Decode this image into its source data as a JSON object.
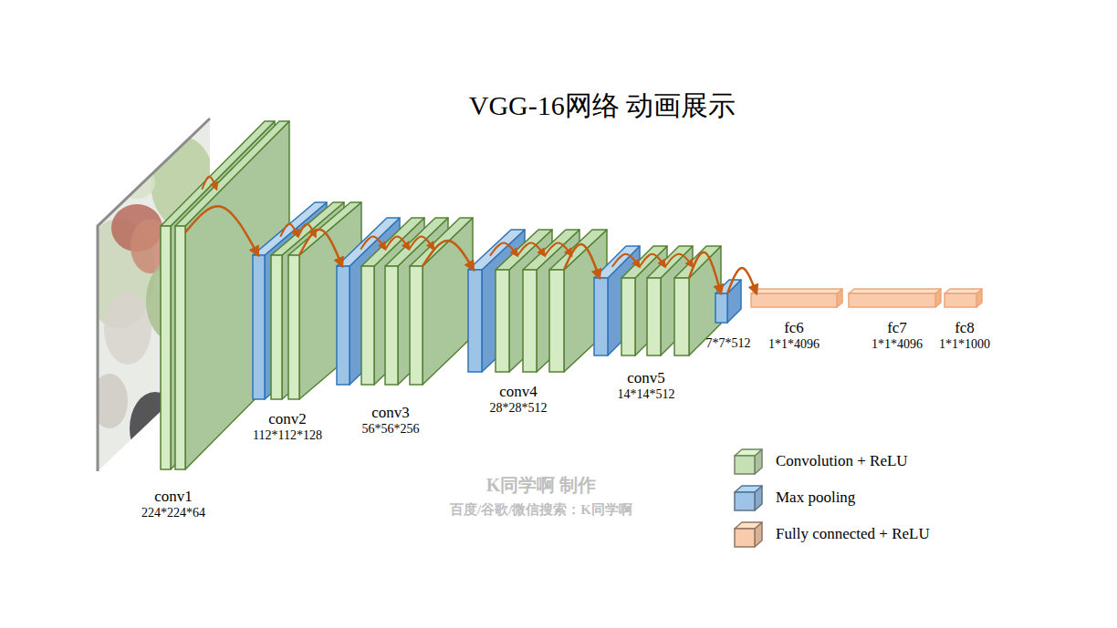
{
  "diagram": {
    "title": "VGG-16网络 动画展示",
    "nodes": [
      {
        "text": [
          "conv1",
          "224*224*64"
        ]
      },
      {
        "text": [
          "conv2",
          "112*112*128"
        ]
      },
      {
        "text": [
          "conv3",
          "56*56*256"
        ]
      },
      {
        "text": [
          "conv4",
          "28*28*512"
        ]
      },
      {
        "text": [
          "conv5",
          "14*14*512"
        ]
      },
      {
        "text": [
          "7*7*512"
        ]
      },
      {
        "text": [
          "fc6",
          "1*1*4096"
        ]
      },
      {
        "text": [
          "fc7",
          "1*1*4096"
        ]
      },
      {
        "text": [
          "fc8",
          "1*1*1000"
        ]
      }
    ],
    "edges": [
      {
        "from": 0,
        "to": 1,
        "arrow": "to"
      },
      {
        "from": 1,
        "to": 2,
        "arrow": "to"
      },
      {
        "from": 2,
        "to": 3,
        "arrow": "to"
      },
      {
        "from": 3,
        "to": 4,
        "arrow": "to"
      },
      {
        "from": 4,
        "to": 5,
        "arrow": "to"
      },
      {
        "from": 5,
        "to": 6,
        "arrow": "to"
      }
    ],
    "labels": [
      "K同学啊 制作",
      "百度/谷歌/微信搜索：K同学啊"
    ],
    "legend": [
      {
        "text": "Convolution + ReLU",
        "color": "#c5e0b4"
      },
      {
        "text": "Max pooling",
        "color": "#9dc3e6"
      },
      {
        "text": "Fully connected + ReLU",
        "color": "#f8cbad"
      }
    ]
  }
}
